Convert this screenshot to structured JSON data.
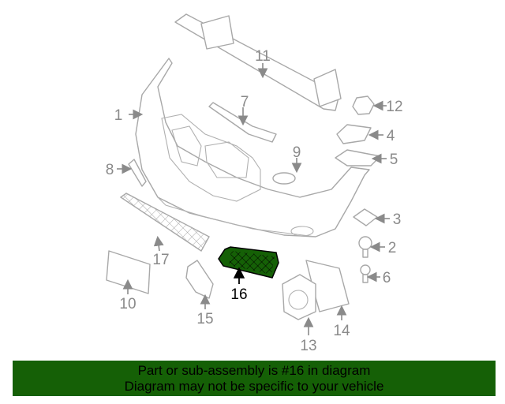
{
  "diagram": {
    "selected_part": "16",
    "highlight_color": "#156006",
    "callouts": [
      "1",
      "2",
      "3",
      "4",
      "5",
      "6",
      "7",
      "8",
      "9",
      "10",
      "11",
      "12",
      "13",
      "14",
      "15",
      "16",
      "17"
    ]
  },
  "banner": {
    "line1": "Part or sub-assembly is #16 in diagram",
    "line2": "Diagram may not be specific to your vehicle",
    "background": "#156006"
  }
}
